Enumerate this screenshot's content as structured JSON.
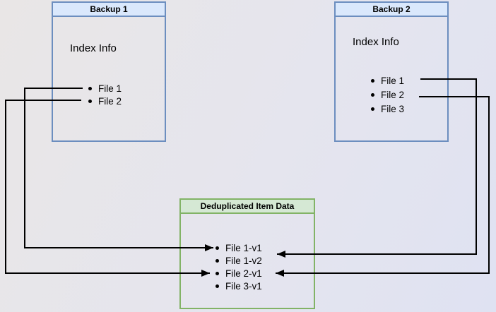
{
  "diagram": {
    "backup1": {
      "title": "Backup 1",
      "subtitle": "Index Info",
      "items": [
        "File 1",
        "File 2"
      ]
    },
    "backup2": {
      "title": "Backup 2",
      "subtitle": "Index Info",
      "items": [
        "File 1",
        "File 2",
        "File 3"
      ]
    },
    "dedup": {
      "title": "Deduplicated Item Data",
      "items": [
        "File 1-v1",
        "File 1-v2",
        "File 2-v1",
        "File 3-v1"
      ]
    },
    "connections": [
      {
        "from": "Backup 1 / File 1",
        "to": "Deduplicated Item Data / File 1-v1"
      },
      {
        "from": "Backup 1 / File 2",
        "to": "Deduplicated Item Data / File 2-v1"
      },
      {
        "from": "Backup 2 / File 1",
        "to": "Deduplicated Item Data / File 1-v2"
      },
      {
        "from": "Backup 2 / File 2",
        "to": "Deduplicated Item Data / File 2-v1"
      }
    ],
    "colors": {
      "blue_border": "#6c8ebf",
      "blue_header_fill": "#dae8fc",
      "green_border": "#82b366",
      "green_header_fill": "#d5e8d4",
      "connector": "#000000",
      "text": "#000000"
    }
  }
}
